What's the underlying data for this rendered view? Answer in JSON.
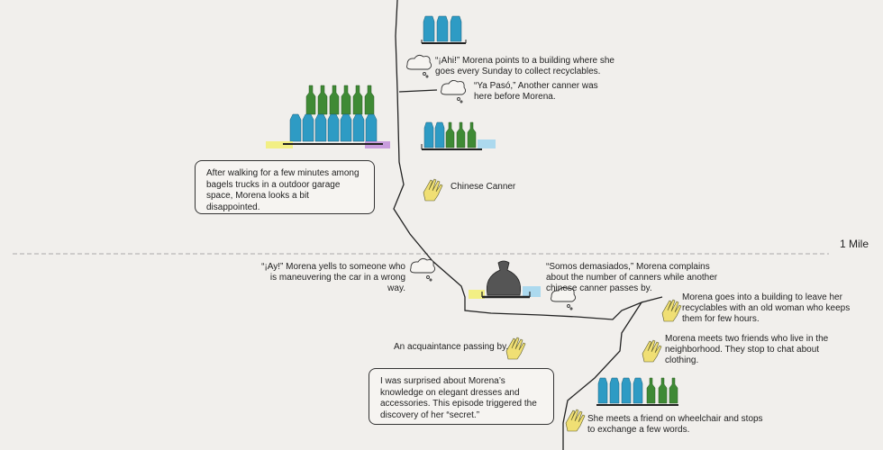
{
  "distance_marker": "1 Mile",
  "notes": {
    "ahi": "“¡Ahi!” Morena points to a building where she goes every Sunday to collect recyclables.",
    "ya_paso": "“Ya Pasó,” Another canner was here before Morena.",
    "chinese_canner": "Chinese Canner",
    "ay": "“¡Ay!” Morena yells to someone who is maneuvering the car in a wrong way.",
    "somos": "“Somos demasiados,” Morena complains about the number of canners while another chinese canner passes by.",
    "building": "Morena goes into a building to leave her recyclables with an old woman who keeps them for few hours.",
    "acquaintance": "An acquaintance passing by.",
    "friends": "Morena meets two friends who live in the neighborhood. They stop to chat about clothing.",
    "wheelchair": "She meets a friend on wheelchair and stops to exchange a few words."
  },
  "boxes": {
    "bagels": "After walking for a few minutes among bagels trucks in a outdoor garage space, Morena looks a bit disappointed.",
    "dresses": "I was surprised about Morena’s knowledge on elegant dresses and accessories. This episode triggered the discovery of her “secret.”"
  },
  "colors": {
    "bottle_blue": "#2e9bc4",
    "bottle_green": "#3f8a35",
    "glove_yellow": "#f0df74",
    "highlight_yellow": "#f3ef6a",
    "highlight_purple": "#b77ad6",
    "highlight_blue": "#8fd0f0",
    "bag_gray": "#555555"
  },
  "icons": [
    "speech-cloud-icon",
    "glove-icon",
    "bottle-icon",
    "trash-bag-icon"
  ]
}
